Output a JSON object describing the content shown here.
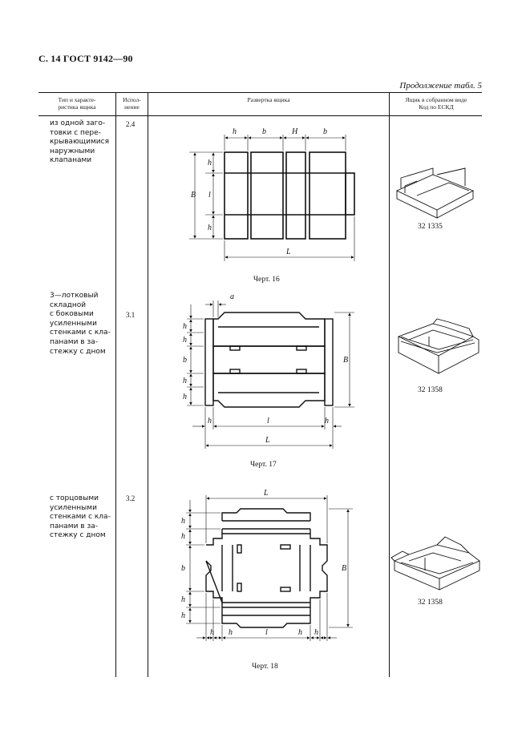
{
  "header": "С. 14 ГОСТ 9142—90",
  "continuation": "Продолжение табл. 5",
  "columns": {
    "type": "Тип и характе-\nристика ящика",
    "version": "Испол-\nнение",
    "unfold": "Развертка ящика",
    "assembled": "Ящик в собранном виде\nКод по ЕСКД"
  },
  "rows": [
    {
      "description": "из одной заго-\nтовки с пере-\nкрывающимися\nнаружными\nклапанами",
      "version": "2.4",
      "drawing": "Черт. 16",
      "code": "32 1335",
      "dims": {
        "h1": "h",
        "b1": "b",
        "H": "H",
        "b2": "b",
        "B": "B",
        "h_top": "h",
        "l": "l",
        "h_bot": "h",
        "L": "L"
      }
    },
    {
      "description": "3—лотковый\nскладной\nс боковыми\nусиленными\nстенками с кла-\nпанами в за-\nстежку с дном",
      "version": "3.1",
      "drawing": "Черт. 17",
      "code": "32 1358",
      "dims": {
        "a": "a",
        "h1": "h",
        "h2": "h",
        "b": "b",
        "h3": "h",
        "h4": "h",
        "B": "B",
        "hl": "h",
        "l": "l",
        "hr": "h",
        "L": "L"
      }
    },
    {
      "description": "с торцовыми\nусиленными\nстенками с кла-\nпанами в за-\nстежку с дном",
      "version": "3.2",
      "drawing": "Черт. 18",
      "code": "32 1358",
      "dims": {
        "L": "L",
        "h1": "h",
        "h2": "h",
        "b": "b",
        "h3": "h",
        "h4": "h",
        "B": "B",
        "hA": "h",
        "hB": "h",
        "l": "l",
        "hC": "h",
        "hD": "h"
      }
    }
  ]
}
